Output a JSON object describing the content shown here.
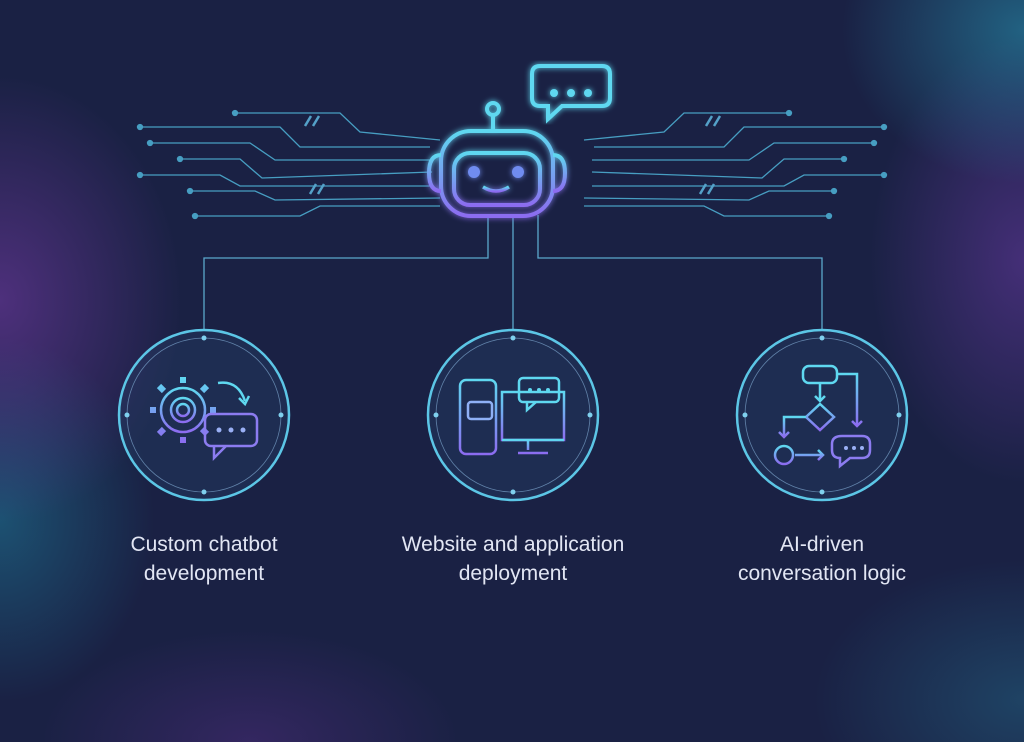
{
  "services": [
    {
      "line1": "Custom chatbot",
      "line2": "development",
      "icon": "gear-chat-icon"
    },
    {
      "line1": "Website and application",
      "line2": "deployment",
      "icon": "devices-chat-icon"
    },
    {
      "line1": "AI-driven",
      "line2": "conversation logic",
      "icon": "flowchart-chat-icon"
    }
  ],
  "colors": {
    "background": "#1a2144",
    "cyan": "#5fd8f0",
    "violet": "#8c6cf0",
    "text": "#e2e6f4"
  }
}
